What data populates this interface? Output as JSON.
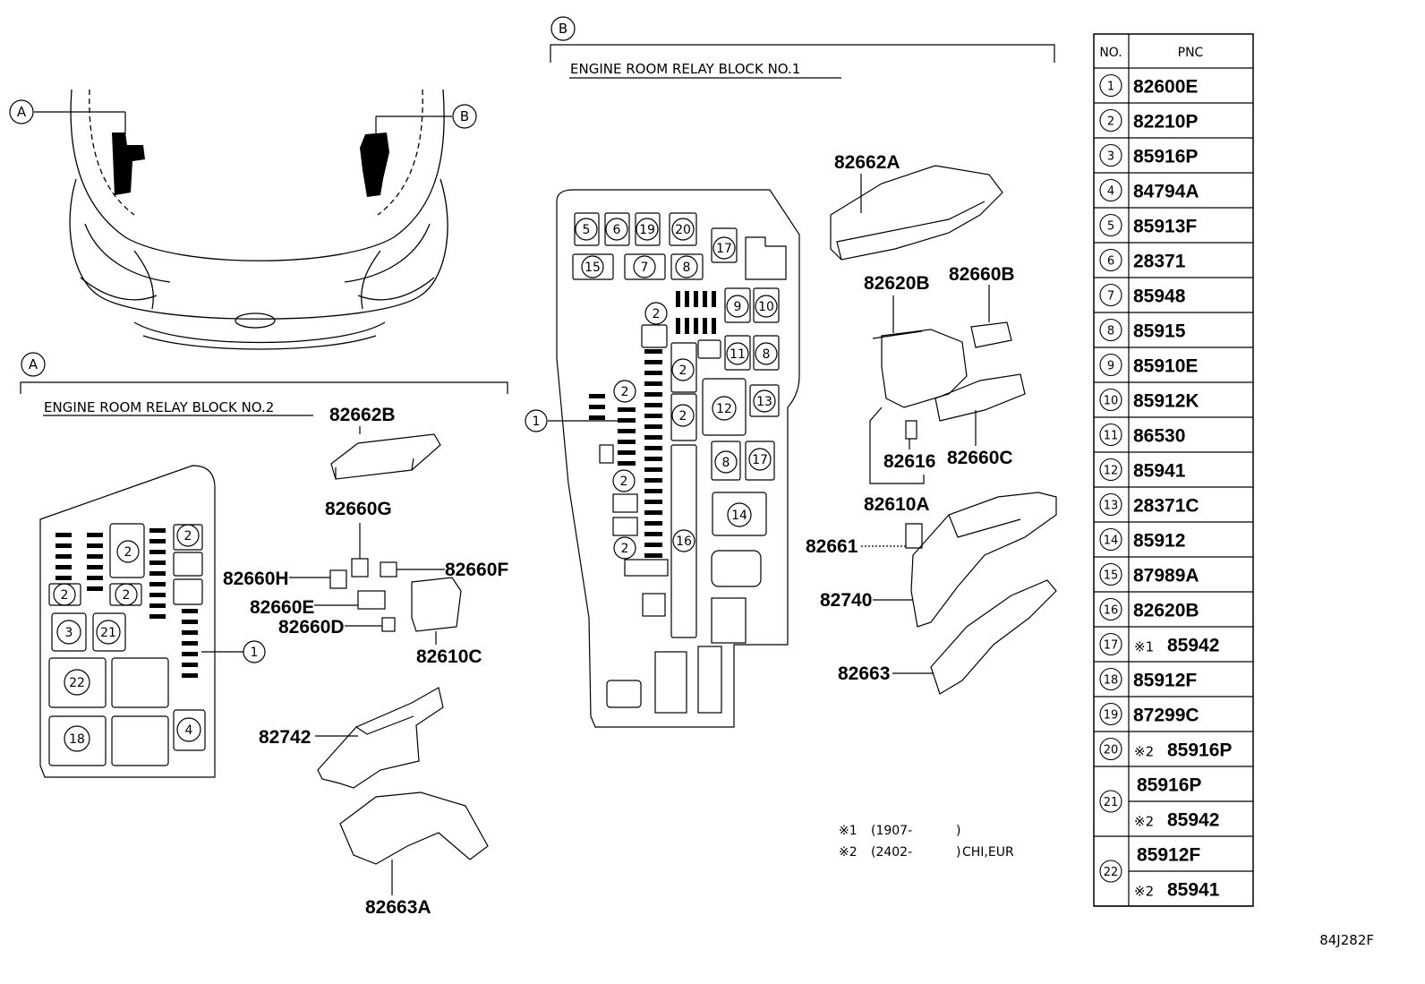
{
  "views": {
    "a_letter": "A",
    "b_letter": "B",
    "a_title": "ENGINE ROOM RELAY BLOCK NO.2",
    "b_title": "ENGINE ROOM RELAY BLOCK NO.1"
  },
  "callouts_a": [
    "82662B",
    "82660G",
    "82660H",
    "82660F",
    "82660E",
    "82660D",
    "82610C",
    "82742",
    "82663A"
  ],
  "callouts_b": [
    "82662A",
    "82620B",
    "82660B",
    "82616",
    "82660C",
    "82610A",
    "82661",
    "82740",
    "82663"
  ],
  "block_a_slots": [
    "2",
    "2",
    "2",
    "2",
    "3",
    "21",
    "22",
    "18",
    "4",
    "1"
  ],
  "block_b_slots": [
    "5",
    "6",
    "19",
    "20",
    "17",
    "15",
    "7",
    "8",
    "2",
    "9",
    "10",
    "11",
    "8",
    "2",
    "12",
    "13",
    "2",
    "2",
    "8",
    "17",
    "2",
    "14",
    "2",
    "16",
    "1"
  ],
  "table": {
    "header_no": "NO.",
    "header_pnc": "PNC",
    "rows": [
      {
        "no": "1",
        "pnc": "82600E"
      },
      {
        "no": "2",
        "pnc": "82210P"
      },
      {
        "no": "3",
        "pnc": "85916P"
      },
      {
        "no": "4",
        "pnc": "84794A"
      },
      {
        "no": "5",
        "pnc": "85913F"
      },
      {
        "no": "6",
        "pnc": "28371"
      },
      {
        "no": "7",
        "pnc": "85948"
      },
      {
        "no": "8",
        "pnc": "85915"
      },
      {
        "no": "9",
        "pnc": "85910E"
      },
      {
        "no": "10",
        "pnc": "85912K"
      },
      {
        "no": "11",
        "pnc": "86530"
      },
      {
        "no": "12",
        "pnc": "85941"
      },
      {
        "no": "13",
        "pnc": "28371C"
      },
      {
        "no": "14",
        "pnc": "85912"
      },
      {
        "no": "15",
        "pnc": "87989A"
      },
      {
        "no": "16",
        "pnc": "82620B"
      },
      {
        "no": "17",
        "mark": "※1",
        "pnc": "85942"
      },
      {
        "no": "18",
        "pnc": "85912F"
      },
      {
        "no": "19",
        "pnc": "87299C"
      },
      {
        "no": "20",
        "mark": "※2",
        "pnc": "85916P"
      },
      {
        "no": "21",
        "pnc": "85916P",
        "pnc2_mark": "※2",
        "pnc2": "85942"
      },
      {
        "no": "22",
        "pnc": "85912F",
        "pnc2_mark": "※2",
        "pnc2": "85941"
      }
    ]
  },
  "notes": [
    {
      "mark": "※1",
      "range": "(1907-",
      "close": ")",
      "suffix": ""
    },
    {
      "mark": "※2",
      "range": "(2402-",
      "close": ")",
      "suffix": "CHI,EUR"
    }
  ],
  "figure_id": "84J282F"
}
